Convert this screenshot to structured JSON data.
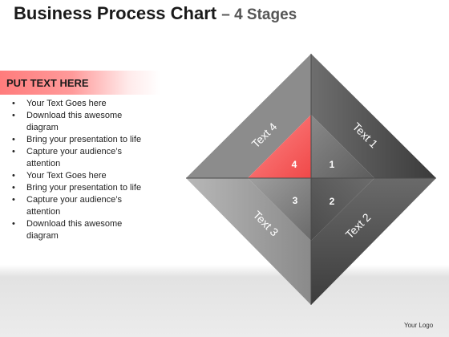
{
  "title": {
    "main": "Business Process Chart",
    "sub": "– 4 Stages"
  },
  "panel": {
    "header": "PUT TEXT HERE",
    "bullets": [
      "Your Text Goes here",
      "Download this awesome diagram",
      "Bring your presentation to life",
      "Capture your audience’s attention",
      "Your Text Goes here",
      "Bring your presentation to life",
      "Capture your audience’s attention",
      "Download this awesome diagram"
    ]
  },
  "diagram": {
    "outer_labels": {
      "text1": "Text 1",
      "text2": "Text 2",
      "text3": "Text 3",
      "text4": "Text 4"
    },
    "inner_numbers": {
      "n1": "1",
      "n2": "2",
      "n3": "3",
      "n4": "4"
    },
    "highlight_color": "#ff6b6b"
  },
  "logo": "Your Logo"
}
